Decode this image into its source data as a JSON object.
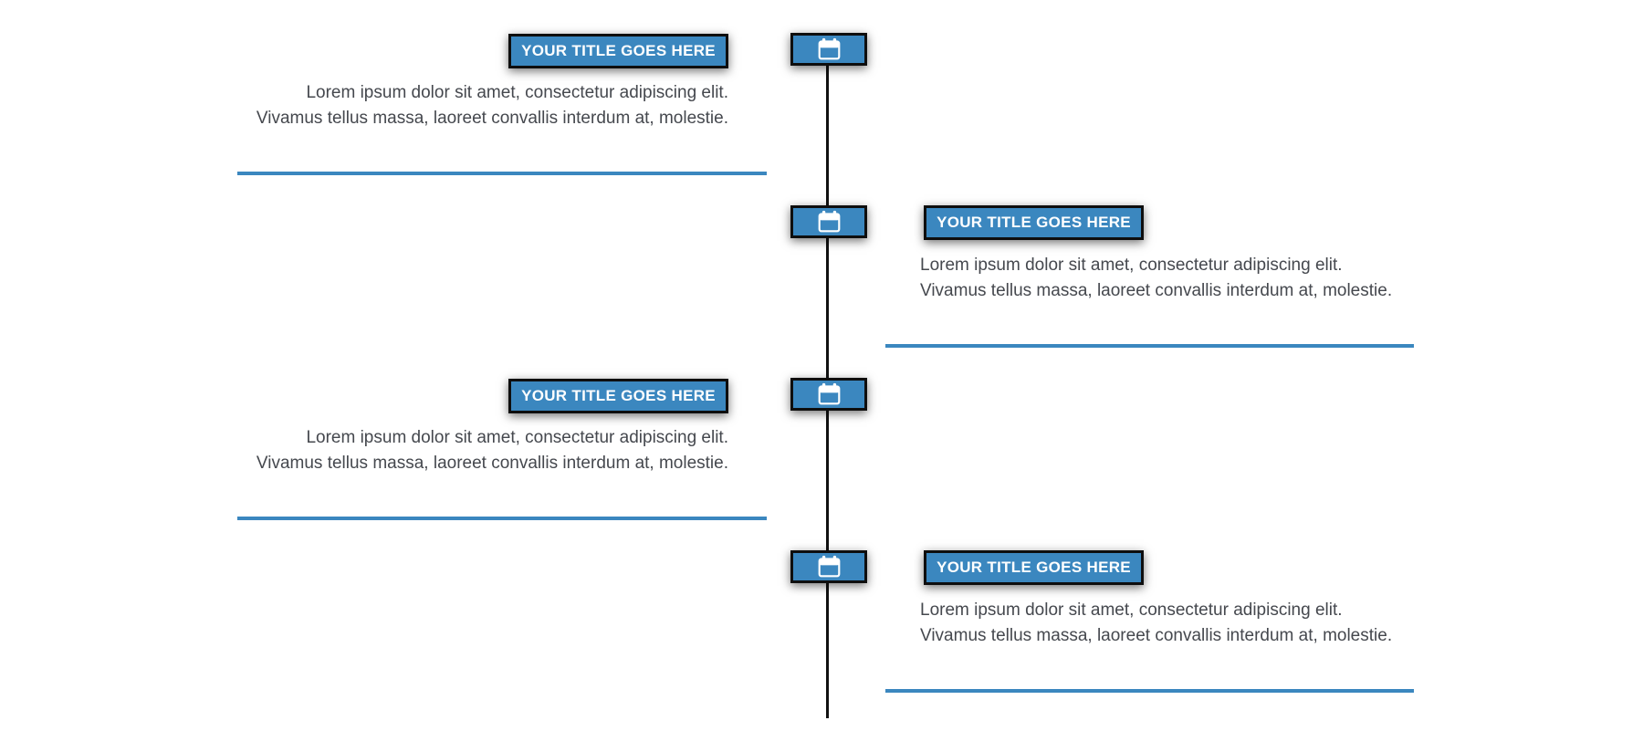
{
  "timeline": {
    "colors": {
      "accent": "#3b87bf",
      "axis_line": "#111111",
      "body_text": "#45484e",
      "title_text": "#ffffff",
      "box_border": "#0e0e0e"
    },
    "entries": [
      {
        "side": "left",
        "icon": "calendar-icon",
        "title": "YOUR TITLE GOES HERE",
        "body": [
          "Lorem ipsum dolor sit amet, consectetur adipiscing elit.",
          "Vivamus tellus massa, laoreet convallis interdum at, molestie."
        ]
      },
      {
        "side": "right",
        "icon": "calendar-icon",
        "title": "YOUR TITLE GOES HERE",
        "body": [
          "Lorem ipsum dolor sit amet, consectetur adipiscing elit.",
          "Vivamus tellus massa, laoreet convallis interdum at, molestie."
        ]
      },
      {
        "side": "left",
        "icon": "calendar-icon",
        "title": "YOUR TITLE GOES HERE",
        "body": [
          "Lorem ipsum dolor sit amet, consectetur adipiscing elit.",
          "Vivamus tellus massa, laoreet convallis interdum at, molestie."
        ]
      },
      {
        "side": "right",
        "icon": "calendar-icon",
        "title": "YOUR TITLE GOES HERE",
        "body": [
          "Lorem ipsum dolor sit amet, consectetur adipiscing elit.",
          "Vivamus tellus massa, laoreet convallis interdum at, molestie."
        ]
      }
    ]
  }
}
